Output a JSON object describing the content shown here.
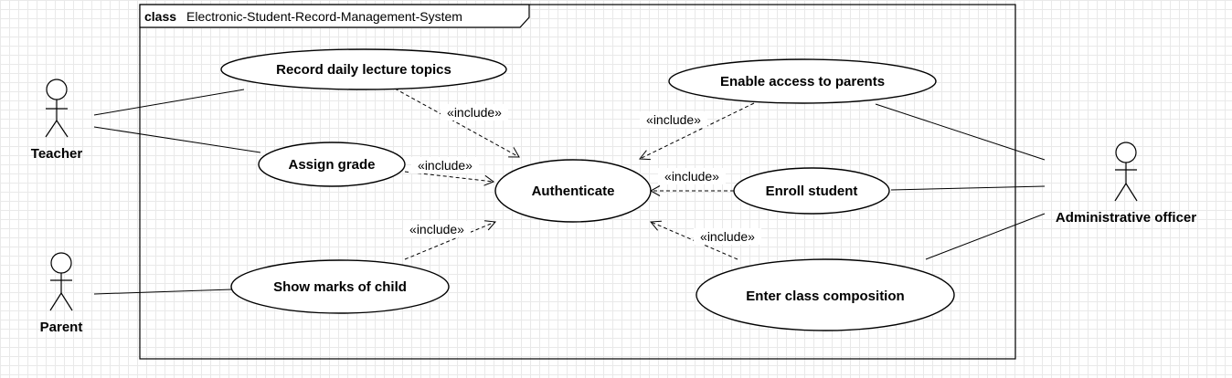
{
  "frame": {
    "keyword": "class",
    "name": "Electronic-Student-Record-Management-System"
  },
  "actors": {
    "teacher": "Teacher",
    "parent": "Parent",
    "admin": "Administrative officer"
  },
  "use_cases": {
    "record_topics": "Record daily lecture topics",
    "assign_grade": "Assign grade",
    "show_marks": "Show marks of child",
    "authenticate": "Authenticate",
    "enable_access": "Enable access to parents",
    "enroll_student": "Enroll student",
    "class_composition": "Enter class composition"
  },
  "include_label": "«include»"
}
